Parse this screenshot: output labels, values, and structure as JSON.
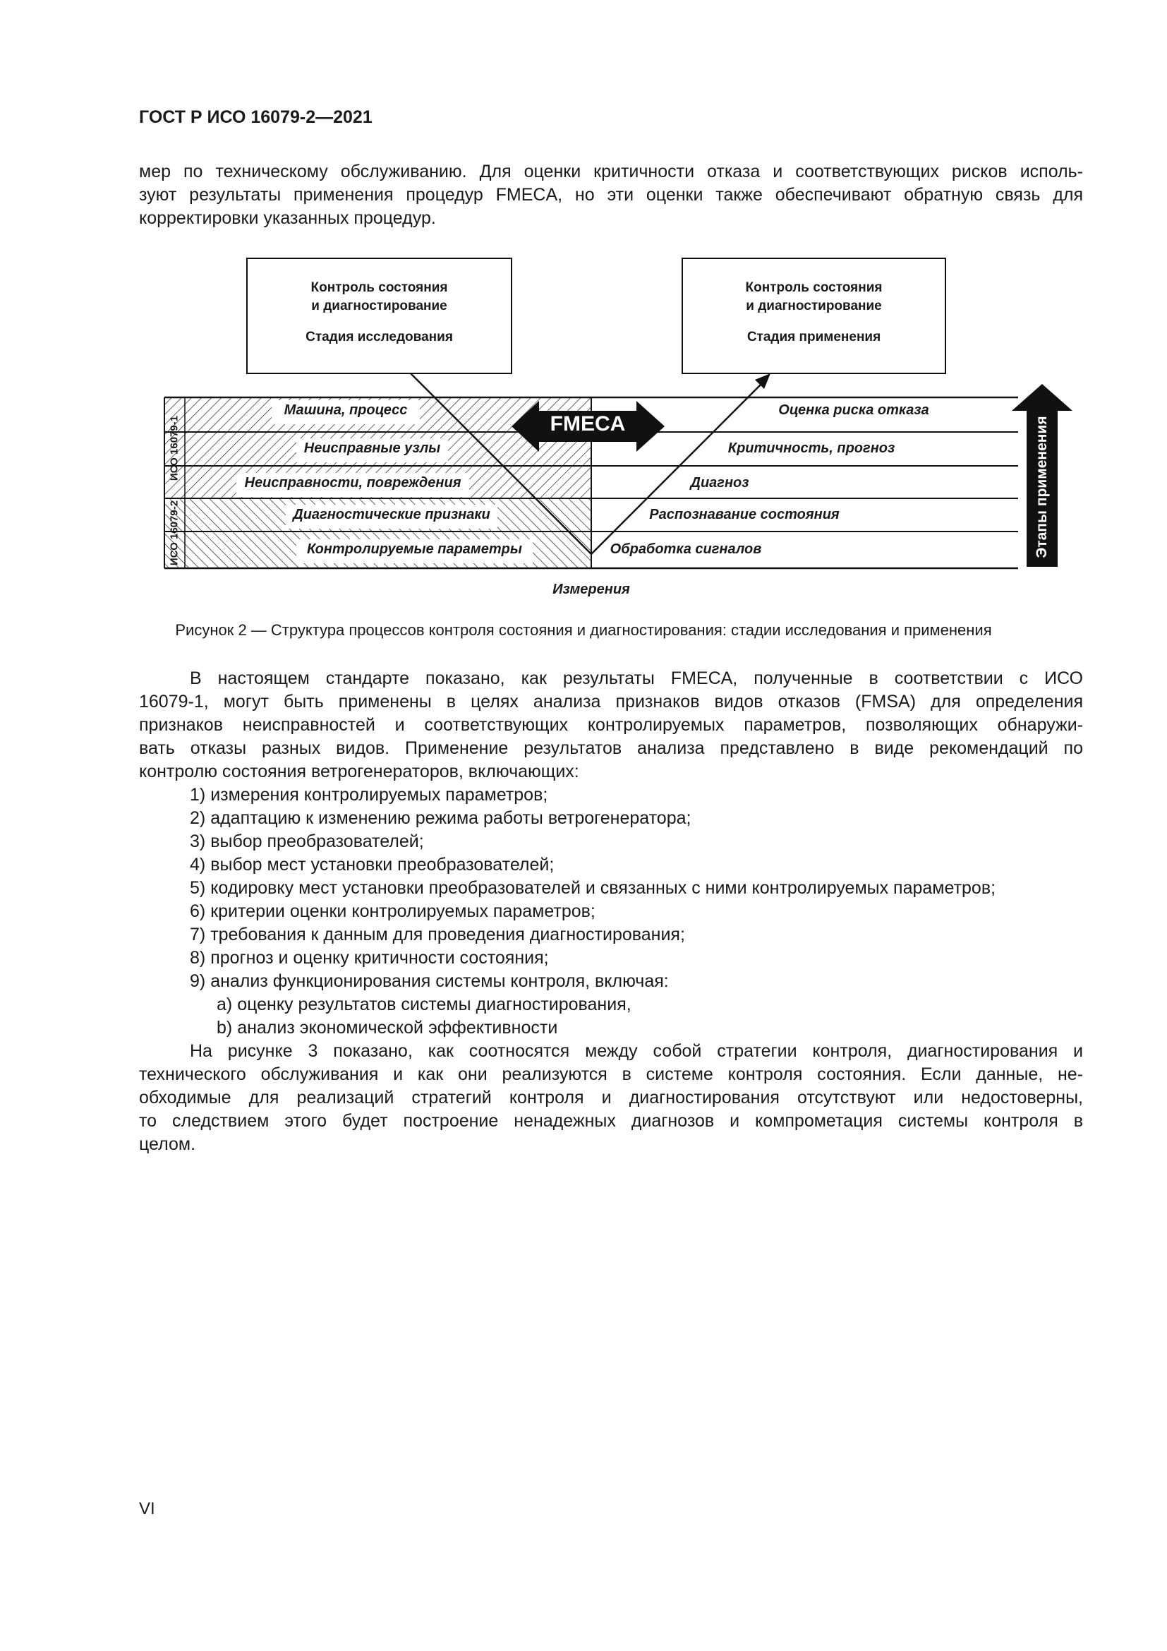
{
  "header": "ГОСТ Р ИСО 16079-2—2021",
  "intro_lines": [
    "мер по техническому обслуживанию. Для оценки критичности отказа и соответствующих рисков исполь-",
    "зуют результаты применения процедур FMECA, но эти оценки также обеспечивают обратную связь для",
    "корректировки указанных процедур."
  ],
  "figure": {
    "box_left": [
      "Контроль состояния",
      "и диагностирование",
      "Стадия исследования"
    ],
    "box_right": [
      "Контроль состояния",
      "и диагностирование",
      "Стадия применения"
    ],
    "fmeca": "FMECA",
    "left_rows": [
      "Машина, процесс",
      "Неисправные узлы",
      "Неисправности, повреждения",
      "Диагностические признаки",
      "Контролируемые параметры"
    ],
    "right_rows": [
      "Оценка риска отказа",
      "Критичность, прогноз",
      "Диагноз",
      "Распознавание состояния",
      "Обработка сигналов"
    ],
    "side_iso1": "ИСО 16079-1",
    "side_iso2": "ИСО 16079-2",
    "arrow_label": "Этапы применения",
    "bottom_label": "Измерения"
  },
  "caption": "Рисунок 2 — Структура процессов контроля состояния и диагностирования: стадии исследования и применения",
  "para1_lines": [
    "В настоящем стандарте показано, как результаты FMECA, полученные в соответствии с ИСО",
    "16079-1, могут быть применены в целях анализа признаков видов отказов (FMSA) для определения",
    "признаков неисправностей и соответствующих контролируемых параметров, позволяющих обнаружи-",
    "вать отказы разных видов. Применение результатов анализа представлено в виде рекомендаций по",
    "контролю состояния ветрогенераторов, включающих:"
  ],
  "list": [
    {
      "num": "1)",
      "text": "измерения контролируемых параметров;"
    },
    {
      "num": "2)",
      "text": "адаптацию к изменению режима работы ветрогенератора;"
    },
    {
      "num": "3)",
      "text": "выбор преобразователей;"
    },
    {
      "num": "4)",
      "text": "выбор мест установки преобразователей;"
    },
    {
      "num": "5)",
      "text": "кодировку мест установки преобразователей и связанных с ними контролируемых параметров;"
    },
    {
      "num": "6)",
      "text": "критерии оценки контролируемых параметров;"
    },
    {
      "num": "7)",
      "text": "требования к данным для проведения диагностирования;"
    },
    {
      "num": "8)",
      "text": "прогноз и оценку критичности состояния;"
    },
    {
      "num": "9)",
      "text": "анализ функционирования системы контроля, включая:"
    }
  ],
  "sublist": [
    {
      "num": "a)",
      "text": "оценку результатов системы диагностирования,"
    },
    {
      "num": "b)",
      "text": "анализ экономической эффективности"
    }
  ],
  "para2_lines": [
    "На рисунке 3 показано, как соотносятся между собой стратегии контроля, диагностирования и",
    "технического обслуживания и как они реализуются в системе контроля состояния. Если данные, не-",
    "обходимые для реализаций стратегий контроля и диагностирования отсутствуют или недостоверны,",
    "то следствием этого будет построение ненадежных диагнозов и компрометация системы контроля в",
    "целом."
  ],
  "page_number": "VI"
}
